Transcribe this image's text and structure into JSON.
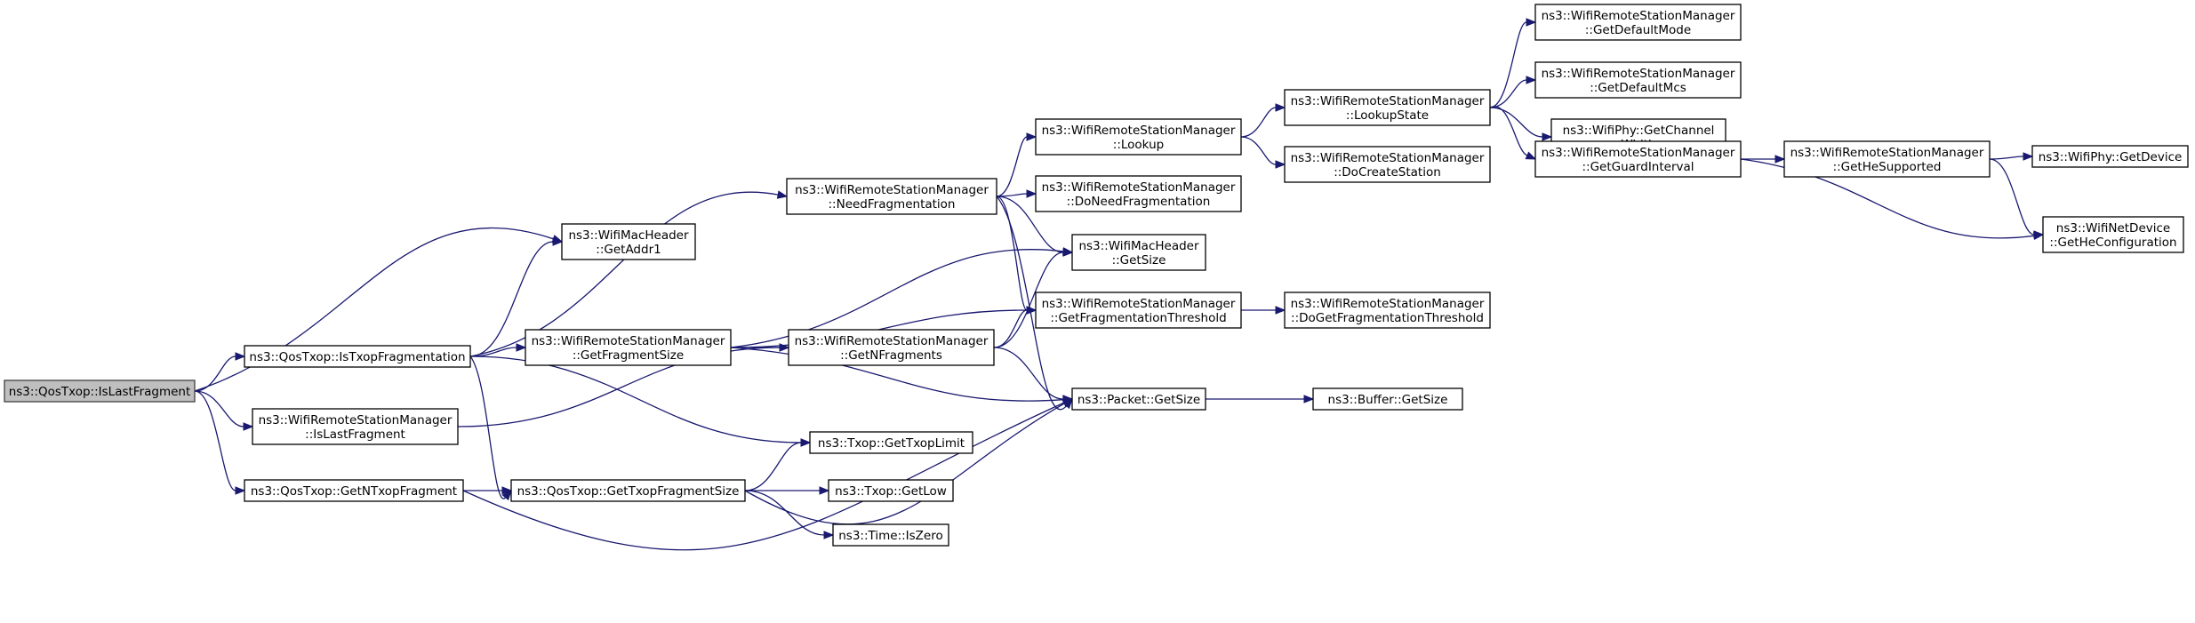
{
  "colors": {
    "edge": "#191970",
    "root_fill": "#bfbfbf",
    "node_fill": "#ffffff"
  },
  "nodes": [
    {
      "id": "root",
      "lines": [
        "ns3::QosTxop::IsLastFragment"
      ],
      "root": true
    },
    {
      "id": "isTxopFrag",
      "lines": [
        "ns3::QosTxop::IsTxopFragmentation"
      ]
    },
    {
      "id": "rsmIsLast",
      "lines": [
        "ns3::WifiRemoteStationManager",
        "::IsLastFragment"
      ]
    },
    {
      "id": "getNTxopFrag",
      "lines": [
        "ns3::QosTxop::GetNTxopFragment"
      ]
    },
    {
      "id": "getAddr1",
      "lines": [
        "ns3::WifiMacHeader",
        "::GetAddr1"
      ]
    },
    {
      "id": "needFrag",
      "lines": [
        "ns3::WifiRemoteStationManager",
        "::NeedFragmentation"
      ]
    },
    {
      "id": "getFragSize",
      "lines": [
        "ns3::WifiRemoteStationManager",
        "::GetFragmentSize"
      ]
    },
    {
      "id": "getNFrags",
      "lines": [
        "ns3::WifiRemoteStationManager",
        "::GetNFragments"
      ]
    },
    {
      "id": "getTxopLimit",
      "lines": [
        "ns3::Txop::GetTxopLimit"
      ]
    },
    {
      "id": "getTxopFragSize",
      "lines": [
        "ns3::QosTxop::GetTxopFragmentSize"
      ]
    },
    {
      "id": "getLow",
      "lines": [
        "ns3::Txop::GetLow"
      ]
    },
    {
      "id": "isZero",
      "lines": [
        "ns3::Time::IsZero"
      ]
    },
    {
      "id": "lookup",
      "lines": [
        "ns3::WifiRemoteStationManager",
        "::Lookup"
      ]
    },
    {
      "id": "doNeedFrag",
      "lines": [
        "ns3::WifiRemoteStationManager",
        "::DoNeedFragmentation"
      ]
    },
    {
      "id": "macGetSize",
      "lines": [
        "ns3::WifiMacHeader",
        "::GetSize"
      ]
    },
    {
      "id": "getFragThresh",
      "lines": [
        "ns3::WifiRemoteStationManager",
        "::GetFragmentationThreshold"
      ]
    },
    {
      "id": "pktGetSize",
      "lines": [
        "ns3::Packet::GetSize"
      ]
    },
    {
      "id": "lookupState",
      "lines": [
        "ns3::WifiRemoteStationManager",
        "::LookupState"
      ]
    },
    {
      "id": "doCreateStation",
      "lines": [
        "ns3::WifiRemoteStationManager",
        "::DoCreateStation"
      ]
    },
    {
      "id": "doGetFragThresh",
      "lines": [
        "ns3::WifiRemoteStationManager",
        "::DoGetFragmentationThreshold"
      ]
    },
    {
      "id": "bufGetSize",
      "lines": [
        "ns3::Buffer::GetSize"
      ]
    },
    {
      "id": "getDefaultMode",
      "lines": [
        "ns3::WifiRemoteStationManager",
        "::GetDefaultMode"
      ]
    },
    {
      "id": "getDefaultMcs",
      "lines": [
        "ns3::WifiRemoteStationManager",
        "::GetDefaultMcs"
      ]
    },
    {
      "id": "getChannelWidth",
      "lines": [
        "ns3::WifiPhy::GetChannel",
        "Width"
      ]
    },
    {
      "id": "getGuardInterval",
      "lines": [
        "ns3::WifiRemoteStationManager",
        "::GetGuardInterval"
      ]
    },
    {
      "id": "getHeSupported",
      "lines": [
        "ns3::WifiRemoteStationManager",
        "::GetHeSupported"
      ]
    },
    {
      "id": "phyGetDevice",
      "lines": [
        "ns3::WifiPhy::GetDevice"
      ]
    },
    {
      "id": "getHeConfig",
      "lines": [
        "ns3::WifiNetDevice",
        "::GetHeConfiguration"
      ]
    }
  ],
  "edges": [
    [
      "root",
      "getAddr1"
    ],
    [
      "root",
      "isTxopFrag"
    ],
    [
      "root",
      "rsmIsLast"
    ],
    [
      "root",
      "getNTxopFrag"
    ],
    [
      "isTxopFrag",
      "getAddr1"
    ],
    [
      "isTxopFrag",
      "needFrag"
    ],
    [
      "isTxopFrag",
      "getFragSize"
    ],
    [
      "isTxopFrag",
      "getTxopLimit"
    ],
    [
      "isTxopFrag",
      "getTxopFragSize"
    ],
    [
      "rsmIsLast",
      "getNFrags"
    ],
    [
      "getNTxopFrag",
      "getTxopFragSize"
    ],
    [
      "getNTxopFrag",
      "pktGetSize"
    ],
    [
      "needFrag",
      "lookup"
    ],
    [
      "needFrag",
      "doNeedFrag"
    ],
    [
      "needFrag",
      "macGetSize"
    ],
    [
      "needFrag",
      "getFragThresh"
    ],
    [
      "needFrag",
      "pktGetSize"
    ],
    [
      "getFragSize",
      "macGetSize"
    ],
    [
      "getFragSize",
      "getFragThresh"
    ],
    [
      "getFragSize",
      "getNFrags"
    ],
    [
      "getFragSize",
      "pktGetSize"
    ],
    [
      "getNFrags",
      "macGetSize"
    ],
    [
      "getNFrags",
      "getFragThresh"
    ],
    [
      "getNFrags",
      "pktGetSize"
    ],
    [
      "getTxopFragSize",
      "getTxopLimit"
    ],
    [
      "getTxopFragSize",
      "getLow"
    ],
    [
      "getTxopFragSize",
      "isZero"
    ],
    [
      "getTxopFragSize",
      "pktGetSize"
    ],
    [
      "lookup",
      "lookupState"
    ],
    [
      "lookup",
      "doCreateStation"
    ],
    [
      "getFragThresh",
      "doGetFragThresh"
    ],
    [
      "pktGetSize",
      "bufGetSize"
    ],
    [
      "lookupState",
      "getDefaultMode"
    ],
    [
      "lookupState",
      "getDefaultMcs"
    ],
    [
      "lookupState",
      "getChannelWidth"
    ],
    [
      "lookupState",
      "getGuardInterval"
    ],
    [
      "getGuardInterval",
      "getHeSupported"
    ],
    [
      "getGuardInterval",
      "getHeConfig"
    ],
    [
      "getHeSupported",
      "phyGetDevice"
    ],
    [
      "getHeSupported",
      "getHeConfig"
    ]
  ]
}
